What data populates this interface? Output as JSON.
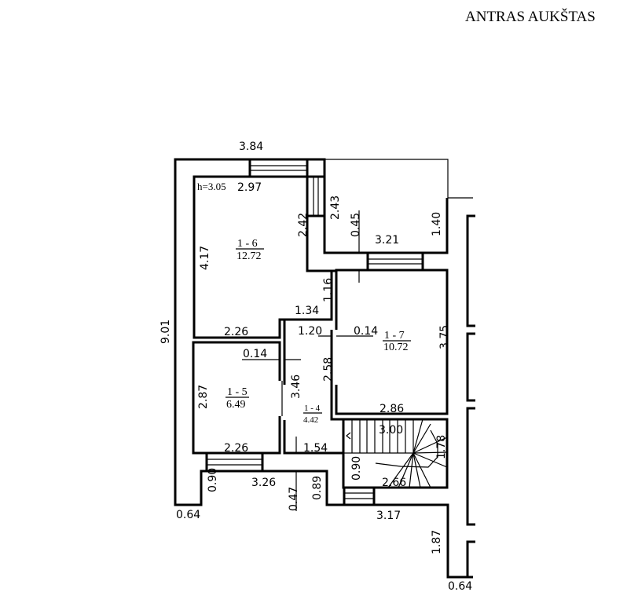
{
  "title": "ANTRAS AUKŠTAS",
  "height_note": "h=3.05",
  "rooms": [
    {
      "number": "1 - 6",
      "area": "12.72"
    },
    {
      "number": "1 - 7",
      "area": "10.72"
    },
    {
      "number": "1 - 5",
      "area": "6.49"
    },
    {
      "number": "1 - 4",
      "area": "4.42"
    }
  ],
  "dimensions": {
    "top_overall": "3.84",
    "r16_top": "2.97",
    "win_v_right": "2.43",
    "win_v_left": "2.42",
    "balcony_wall": "0.45",
    "balcony_width": "3.21",
    "balcony_depth": "1.40",
    "r16_height": "4.17",
    "hall_wall": "1.16",
    "hall_top": "1.34",
    "overall_height": "9.01",
    "r16_bottom": "2.26",
    "hall_width": "1.20",
    "wall_r17": "0.14",
    "r17_height": "3.75",
    "wall_r15": "0.14",
    "r14_height": "3.46",
    "r17_door_wall": "2.58",
    "r15_height": "2.87",
    "r17_bottom": "2.86",
    "stair_width": "3.00",
    "stair_depth": "1.78",
    "r15_bottom": "2.26",
    "r14_bottom": "1.54",
    "stair_landing": "0.90",
    "stair_lower": "2.66",
    "left_bottom_wall": "0.90",
    "bottom_mid": "3.26",
    "bottom_step": "0.89",
    "bottom_wall": "0.47",
    "left_corner": "0.64",
    "bottom_right": "3.17",
    "right_leg": "1.87",
    "right_corner": "0.64"
  }
}
